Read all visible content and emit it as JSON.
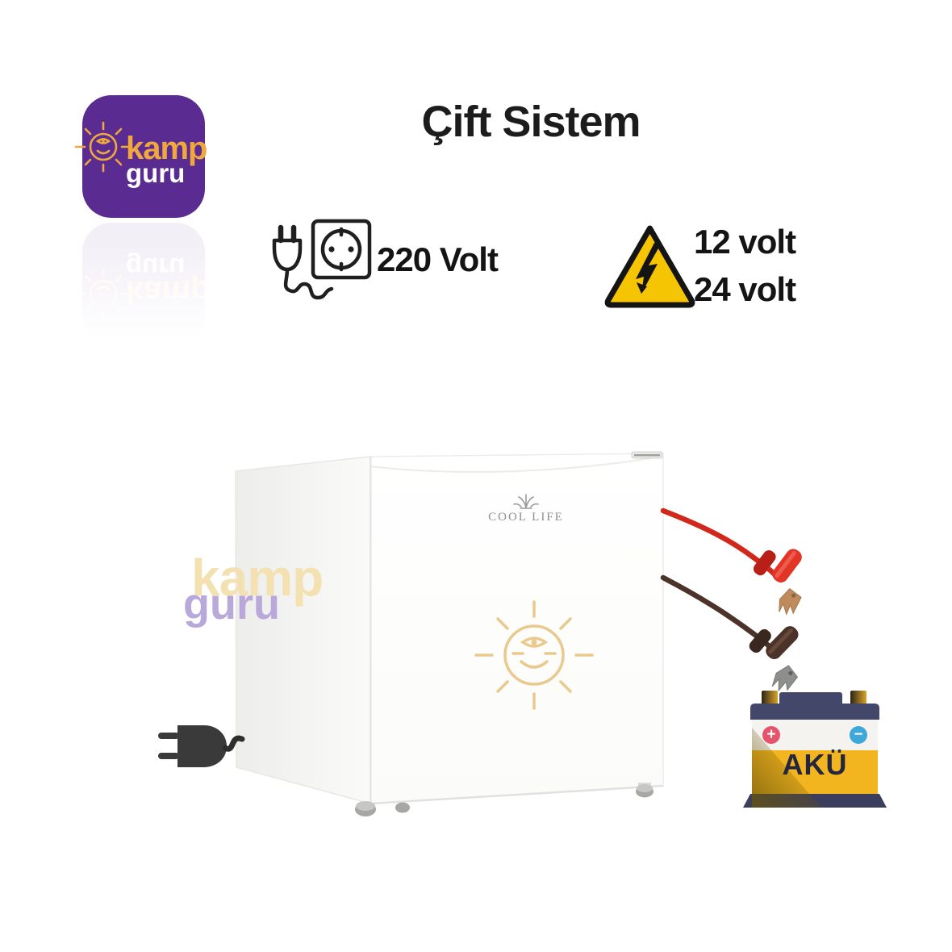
{
  "title": "Çift Sistem",
  "logo": {
    "line1": "kamp",
    "line2": "guru"
  },
  "watermark": {
    "line1": "kamp",
    "line2": "guru"
  },
  "ac_power": {
    "label": "220 Volt",
    "icon": "plug-and-socket-icon"
  },
  "dc_power": {
    "label1": "12 volt",
    "label2": "24 volt",
    "icon": "high-voltage-triangle-icon"
  },
  "fridge": {
    "brand": "COOL LIFE",
    "door_icon": "sun-face-icon"
  },
  "battery": {
    "label": "AKÜ",
    "plus": "+",
    "minus": "−"
  },
  "icons": {
    "logo": "sun-face-icon",
    "bottom_left": "power-plug-icon",
    "cables": [
      "red-jumper-clamp-icon",
      "black-jumper-clamp-icon"
    ],
    "battery": "car-battery-icon"
  },
  "colors": {
    "logo_purple": "#5a2c92",
    "brand_orange": "#f0a73c",
    "watermark_tan": "#f2dfae",
    "watermark_lavender": "#b5a3d8",
    "warning_yellow": "#f5c402",
    "text_black": "#1c1c1c",
    "cable_red": "#d2281c",
    "cable_brown": "#4b332a",
    "battery_navy": "#424669",
    "battery_yellow": "#f2b51f",
    "battery_plus_red": "#e4556b",
    "battery_minus_blue": "#3fa8da",
    "door_sun_gold": "#e9c98e"
  }
}
